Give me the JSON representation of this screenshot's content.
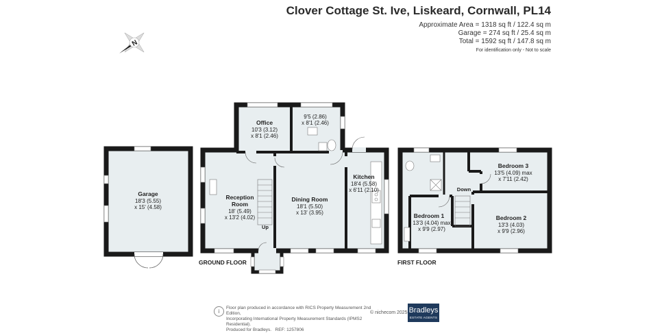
{
  "header": {
    "title": "Clover Cottage St. Ive, Liskeard, Cornwall, PL14",
    "area": "Approximate Area = 1318 sq ft / 122.4 sq m",
    "garage": "Garage = 274 sq ft / 25.4 sq m",
    "total": "Total = 1592 sq ft / 147.8 sq m",
    "note": "For identification only - Not to scale"
  },
  "compass": {
    "letter": "N",
    "icon": "compass-icon"
  },
  "floors": {
    "ground": "GROUND FLOOR",
    "first": "FIRST FLOOR"
  },
  "rooms": {
    "garage": {
      "name": "Garage",
      "dim1": "18'3 (5.55)",
      "dim2": "x 15' (4.58)"
    },
    "office": {
      "name": "Office",
      "dim1": "10'3 (3.12)",
      "dim2": "x 8'1 (2.46)"
    },
    "utility": {
      "dim1": "9'5 (2.86)",
      "dim2": "x 8'1 (2.46)"
    },
    "reception": {
      "name1": "Reception",
      "name2": "Room",
      "dim1": "18' (5.49)",
      "dim2": "x 13'2 (4.02)",
      "stair": "Up"
    },
    "dining": {
      "name": "Dining Room",
      "dim1": "18'1 (5.50)",
      "dim2": "x 13' (3.95)"
    },
    "kitchen": {
      "name": "Kitchen",
      "dim1": "18'4 (5.58)",
      "dim2": "x 6'11 (2.10)"
    },
    "bedroom1": {
      "name": "Bedroom 1",
      "dim1": "13'3 (4.04) max",
      "dim2": "x 9'9 (2.97)"
    },
    "bedroom2": {
      "name": "Bedroom 2",
      "dim1": "13'3 (4.03)",
      "dim2": "x 9'9 (2.96)"
    },
    "bedroom3": {
      "name": "Bedroom 3",
      "dim1": "13'5 (4.09) max",
      "dim2": "x 7'11 (2.42)"
    },
    "landing": {
      "stair": "Down"
    }
  },
  "footer": {
    "line1": "Floor plan produced in accordance with RICS Property Measurement 2nd Edition,",
    "line2": "Incorporating International Property Measurement Standards (IPMS2 Residential).",
    "line3": "Produced for Bradleys.",
    "ref": "REF: 1257806",
    "copyright": "© nichecom 2025",
    "brand_name": "Bradleys",
    "brand_tag": "ESTATE AGENTS"
  },
  "colors": {
    "wall": "#1a1a1a",
    "floor": "#e8eef0",
    "brand": "#1f3a5c"
  }
}
